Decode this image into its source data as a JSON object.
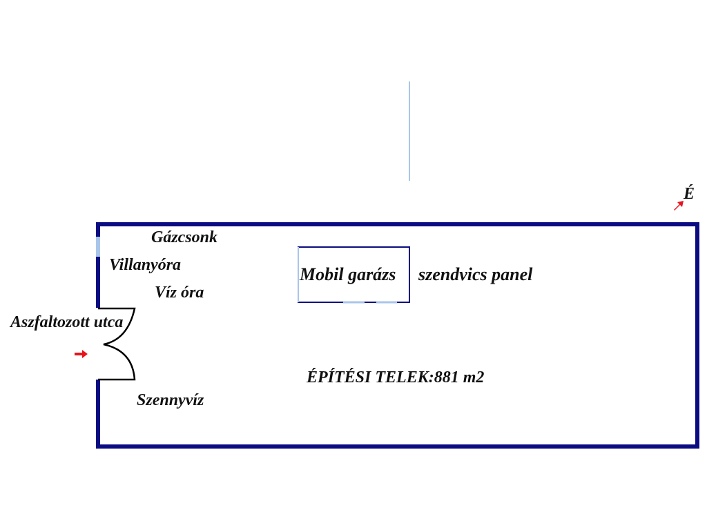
{
  "labels": {
    "gas": "Gázcsonk",
    "electric": "Villanyóra",
    "water": "Víz óra",
    "street": "Aszfaltozott utca",
    "sewage": "Szennyvíz",
    "garage": "Mobil garázs",
    "panel": "szendvics panel",
    "plot": "ÉPÍTÉSI TELEK:881 m2",
    "north": "É"
  },
  "colors": {
    "wall": "#0b0b82",
    "accent": "#e8141c",
    "light": "#a9c6ea"
  }
}
